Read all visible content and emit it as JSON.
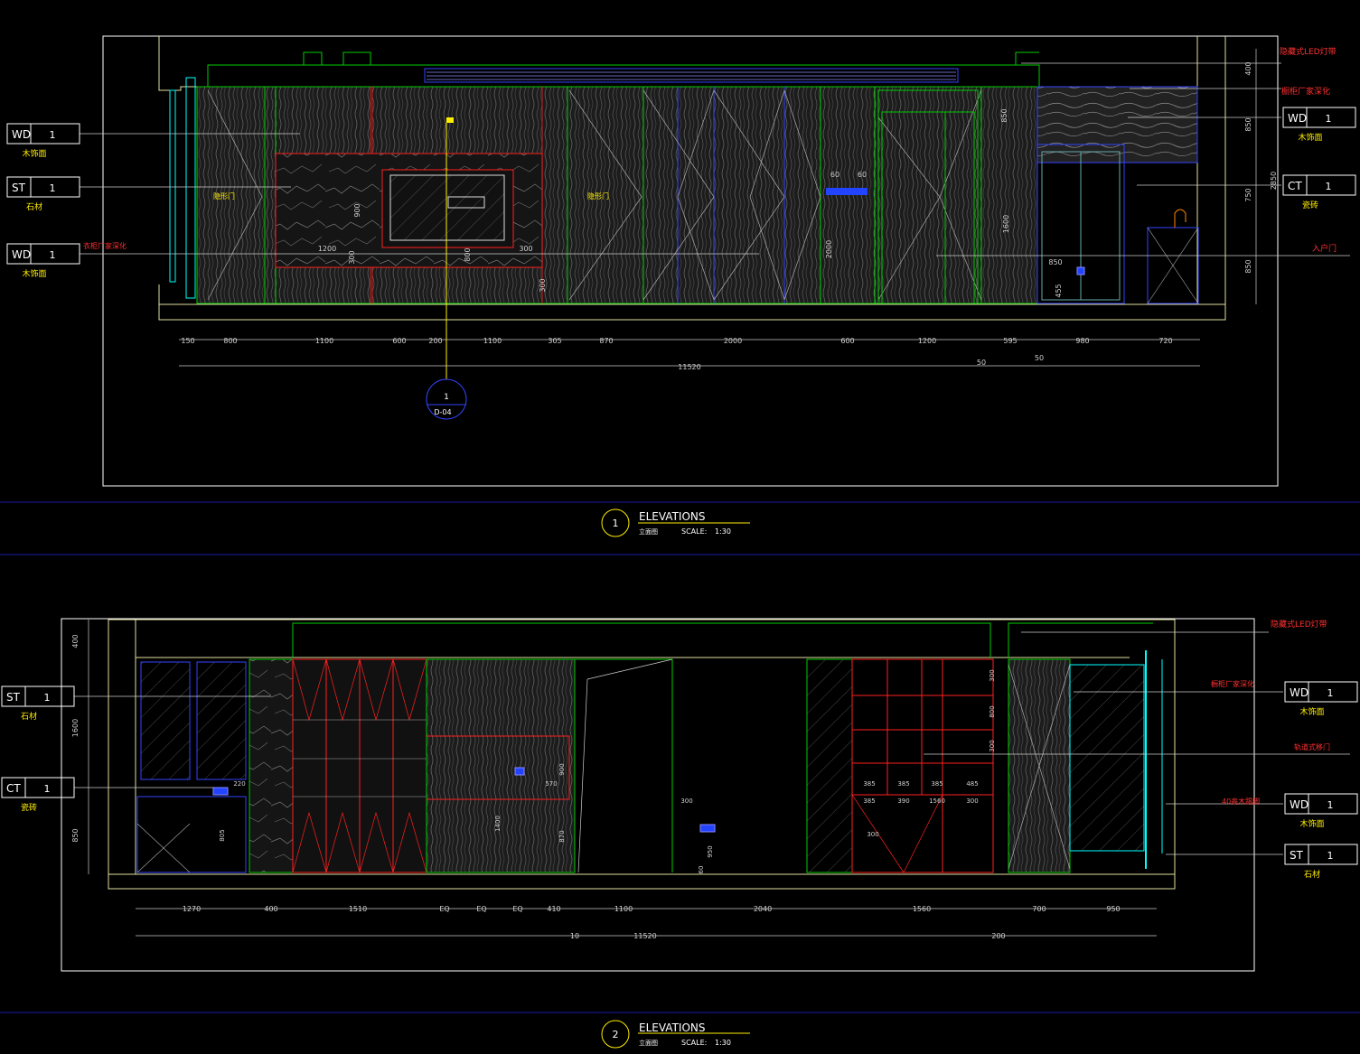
{
  "colors": {
    "background": "#000000",
    "frame": "#ffffff",
    "wall": "#00cc00",
    "red": "#ff2020",
    "blue": "#2233ff",
    "cyan": "#00ffff",
    "yellow": "#ffff00",
    "dim": "#d0d0d0",
    "separator": "#1a1aaa"
  },
  "elevation1": {
    "tags_left": [
      {
        "code": "WD",
        "num": "1",
        "caption": "木饰面"
      },
      {
        "code": "ST",
        "num": "1",
        "caption": "石材"
      },
      {
        "code": "WD",
        "num": "1",
        "caption": "木饰面"
      }
    ],
    "tags_right": [
      {
        "code": "WD",
        "num": "1",
        "caption": "木饰面"
      },
      {
        "code": "CT",
        "num": "1",
        "caption": "瓷砖"
      }
    ],
    "notes": {
      "led_strip": "隐藏式LED灯带",
      "factory_deepen": "橱柜厂家深化",
      "entry_door": "入户门",
      "cabinet_deepen": "衣柜厂家深化",
      "hidden_door_left": "隐形门",
      "hidden_door_right": "隐形门"
    },
    "dims_bottom": [
      "150",
      "800",
      "1100",
      "600",
      "200",
      "1100",
      "305",
      "870",
      "2000",
      "600",
      "1200",
      "595",
      "980",
      "720"
    ],
    "dim_total": "11520",
    "dim_extra": [
      "50",
      "50"
    ],
    "dims_right": [
      "400",
      "850",
      "750",
      "850"
    ],
    "dim_right_total": "2850",
    "dims_inner": [
      "1200",
      "300",
      "900",
      "300",
      "850",
      "60",
      "60",
      "2000",
      "800",
      "1600",
      "850",
      "455",
      "300"
    ],
    "section_marker": {
      "num": "1",
      "sheet": "D-04"
    }
  },
  "elevation2": {
    "tags_left": [
      {
        "code": "ST",
        "num": "1",
        "caption": "石材"
      },
      {
        "code": "CT",
        "num": "1",
        "caption": "瓷砖"
      }
    ],
    "tags_right": [
      {
        "code": "WD",
        "num": "1",
        "caption": "木饰面"
      },
      {
        "code": "WD",
        "num": "1",
        "caption": "木饰面"
      },
      {
        "code": "ST",
        "num": "1",
        "caption": "石材"
      }
    ],
    "notes": {
      "led_strip": "隐藏式LED灯带",
      "factory_deepen": "橱柜厂家深化",
      "track_door": "轨道式移门",
      "skirting": "40高木踢脚"
    },
    "dims_bottom": [
      "1270",
      "400",
      "1510",
      "EQ",
      "EQ",
      "EQ",
      "410",
      "1100",
      "2040",
      "1560",
      "700",
      "950"
    ],
    "dim_total": "11520",
    "dim_extra": [
      "10",
      "200"
    ],
    "dims_left": [
      "400",
      "1600",
      "850"
    ],
    "dims_inner": [
      "220",
      "805",
      "570",
      "900",
      "1400",
      "870",
      "300",
      "950",
      "60",
      "385",
      "385",
      "385",
      "485",
      "385",
      "390",
      "1560",
      "300",
      "300",
      "300",
      "800",
      "300"
    ]
  },
  "titles": [
    {
      "num": "1",
      "title": "ELEVATIONS",
      "sub": "立面图",
      "scale_label": "SCALE:",
      "scale_value": "1:30"
    },
    {
      "num": "2",
      "title": "ELEVATIONS",
      "sub": "立面图",
      "scale_label": "SCALE:",
      "scale_value": "1:30"
    }
  ]
}
